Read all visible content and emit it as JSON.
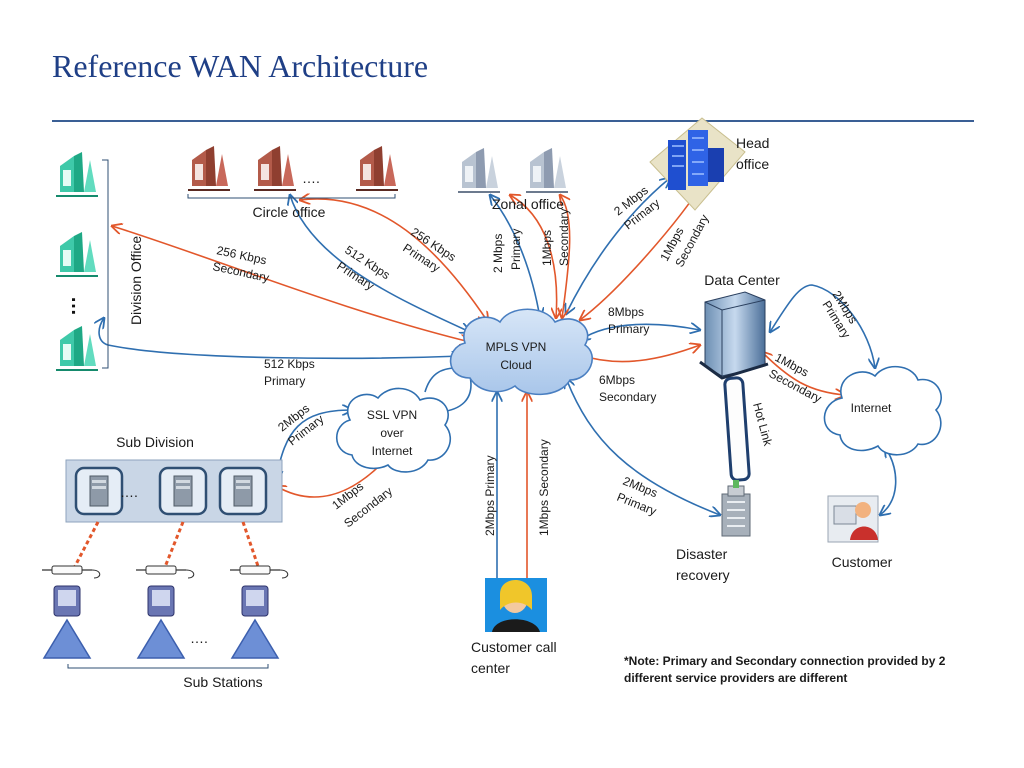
{
  "title": "Reference WAN Architecture",
  "nodes": {
    "head_office": [
      "Head",
      "office"
    ],
    "data_center": "Data Center",
    "zonal_office": "Zonal office",
    "circle_office": "Circle office",
    "circle_more": "….",
    "division_office": "Division Office",
    "division_more": "…",
    "mpls_cloud": [
      "MPLS VPN",
      "Cloud"
    ],
    "ssl_cloud": [
      "SSL VPN",
      "over",
      "Internet"
    ],
    "internet_cloud": "Internet",
    "sub_division": "Sub Division",
    "sub_division_more": "….",
    "sub_stations": "Sub Stations",
    "sub_stations_more": "….",
    "customer": "Customer",
    "call_center": [
      "Customer call",
      "center"
    ],
    "disaster_recovery": [
      "Disaster",
      "recovery"
    ],
    "hot_link": "Hot Link"
  },
  "links": {
    "head_primary": [
      "2 Mbps",
      "Primary"
    ],
    "head_secondary": [
      "1Mbps",
      "Secondary"
    ],
    "zonal_primary": [
      "2 Mbps",
      "Primary"
    ],
    "zonal_secondary": [
      "1Mbps",
      "Secondary"
    ],
    "circle_primary": [
      "512 Kbps",
      "Primary"
    ],
    "circle_secondary": [
      "256 Kbps",
      "Primary"
    ],
    "division_secondary": [
      "256 Kbps",
      "Secondary"
    ],
    "division_primary": [
      "512 Kbps",
      "Primary"
    ],
    "dc_primary": [
      "8Mbps",
      "Primary"
    ],
    "dc_secondary": [
      "6Mbps",
      "Secondary"
    ],
    "dc_internet_primary": [
      "2Mbps",
      "Primary"
    ],
    "dc_internet_secondary": [
      "1Mbps",
      "Secondary"
    ],
    "subdiv_primary": [
      "2Mbps",
      "Primary"
    ],
    "subdiv_secondary": [
      "1Mbps",
      "Secondary"
    ],
    "call_primary": "2Mbps Primary",
    "call_secondary": "1Mbps Secondary",
    "dr_primary": [
      "2Mbps",
      "Primary"
    ]
  },
  "note": [
    "*Note: Primary and Secondary connection provided by 2",
    "different service providers are different"
  ],
  "colors": {
    "primary_link": "#2f6fb0",
    "secondary_link": "#e2572b",
    "title": "#1f3f86"
  }
}
